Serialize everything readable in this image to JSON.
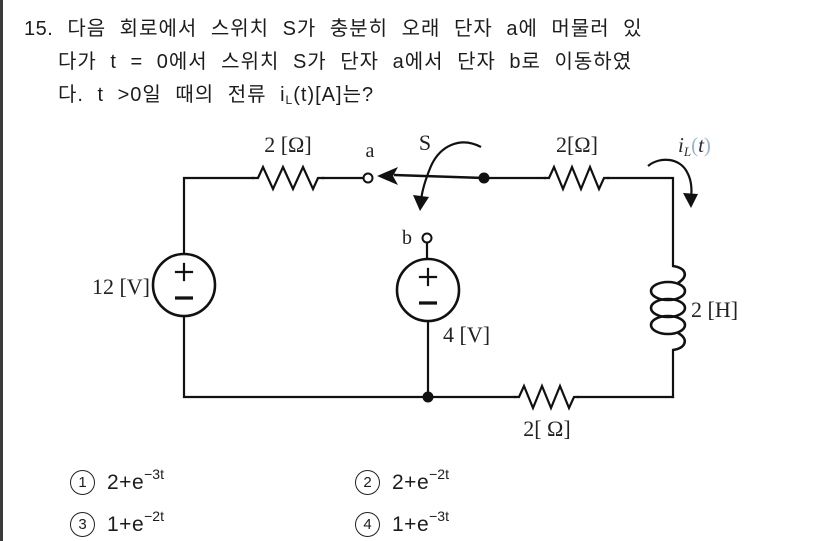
{
  "question": {
    "number": "15.",
    "line1": "다음 회로에서 스위치 S가 충분히 오래 단자 a에 머물러 있",
    "line2": "다가 t = 0에서 스위치 S가 단자 a에서 단자 b로 이동하였",
    "line3_pre": "다. t >0일 때의 전류 i",
    "line3_sub": "L",
    "line3_post": "(t)[A]는?"
  },
  "circuit": {
    "r_top_left": "2 [Ω]",
    "r_top_right": "2[Ω]",
    "r_bottom": "2[ Ω]",
    "v_left": "12 [V]",
    "v_mid": "4 [V]",
    "inductor_label": "2 [H]",
    "terminal_a": "a",
    "terminal_b": "b",
    "switch_label": "S",
    "current": {
      "pre": "i",
      "sub": "L",
      "open": "(",
      "t": "t",
      "close": ")"
    },
    "source_plus": "+",
    "source_minus": "−"
  },
  "choices": [
    {
      "num": "1",
      "base": "2+e",
      "exp": "−3t"
    },
    {
      "num": "2",
      "base": "2+e",
      "exp": "−2t"
    },
    {
      "num": "3",
      "base": "1+e",
      "exp": "−2t"
    },
    {
      "num": "4",
      "base": "1+e",
      "exp": "−3t"
    }
  ],
  "colors": {
    "ink": "#111111",
    "current_paren_tint": "#9db5c8"
  }
}
